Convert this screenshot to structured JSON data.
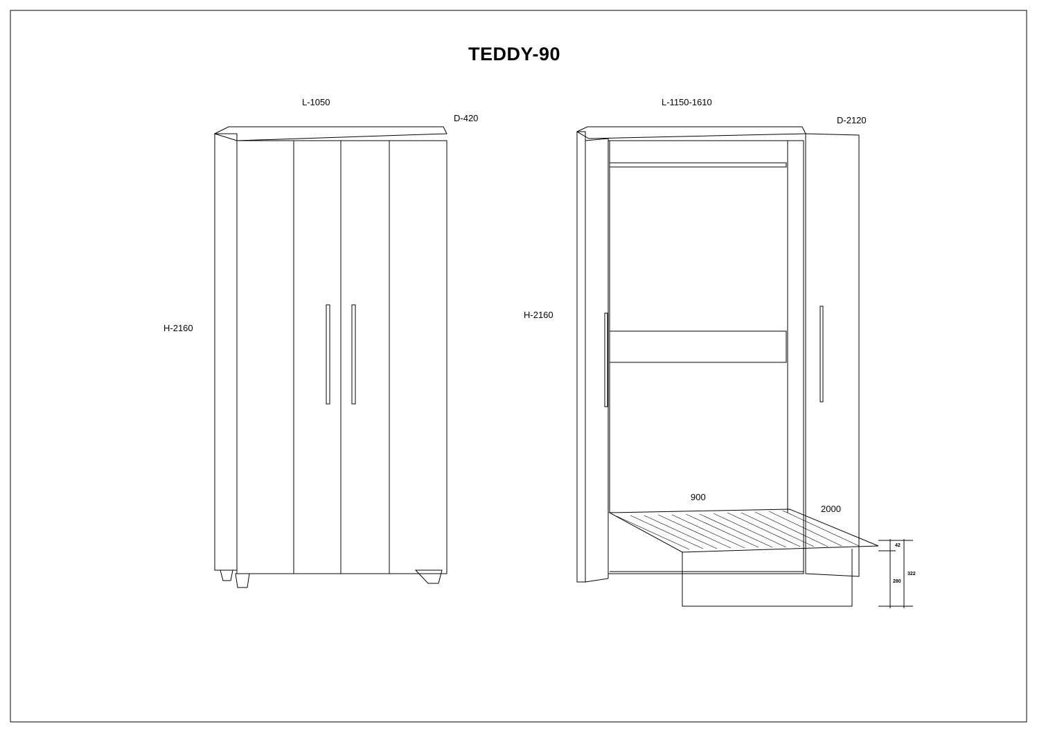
{
  "title": "TEDDY-90",
  "closed_view": {
    "length": "L-1050",
    "depth": "D-420",
    "height": "H-2160"
  },
  "open_view": {
    "length": "L-1150-1610",
    "depth": "D-2120",
    "height": "H-2160",
    "bed_width": "900",
    "bed_length": "2000",
    "dim_42": "42",
    "dim_280": "280",
    "dim_322": "322"
  }
}
